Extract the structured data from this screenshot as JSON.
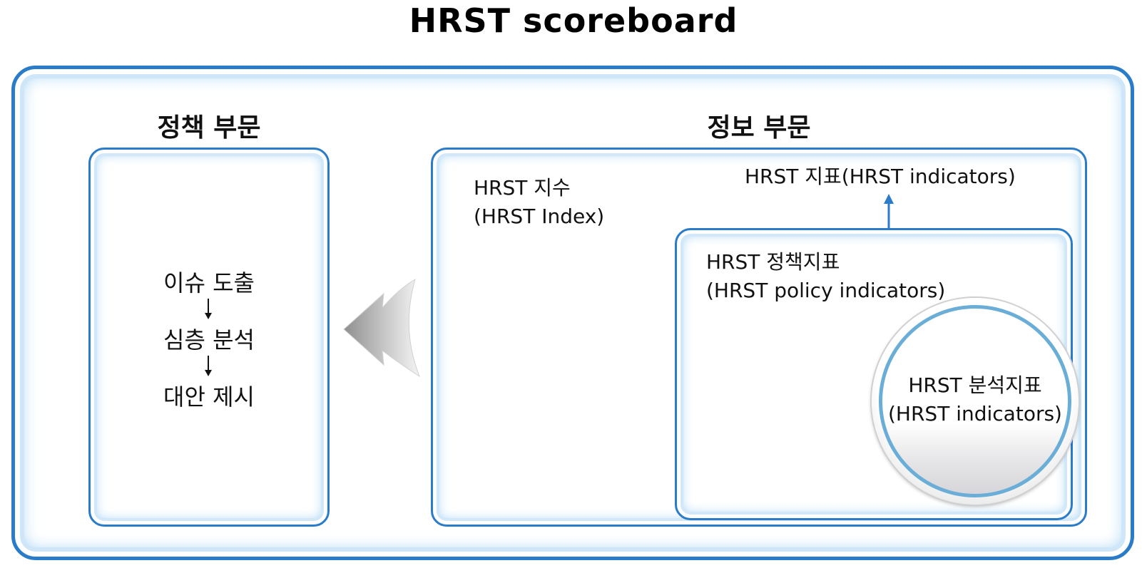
{
  "title": "HRST scoreboard",
  "policy_section": {
    "title": "정책 부문",
    "steps": [
      "이슈 도출",
      "심층 분석",
      "대안 제시"
    ]
  },
  "info_section": {
    "title": "정보 부문",
    "index_label": {
      "line1": "HRST 지수",
      "line2": "(HRST Index)"
    },
    "indicators_label": "HRST 지표(HRST indicators)",
    "policy_indicators": {
      "line1": "HRST 정책지표",
      "line2": "(HRST policy indicators)"
    },
    "analysis_indicators": {
      "line1": "HRST 분석지표",
      "line2": "(HRST indicators)"
    }
  },
  "colors": {
    "frame_blue": "#2a7bc8",
    "glow_blue": "#a5d3f4",
    "circle_ring": "#6aaed8",
    "arrow_gray": "#9a9a9a"
  }
}
